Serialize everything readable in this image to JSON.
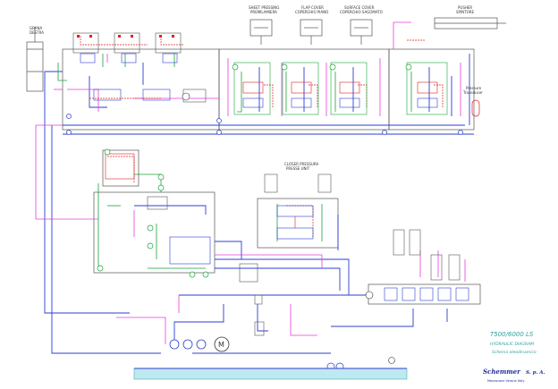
{
  "labels": {
    "cylinder_left": [
      "GRANA",
      "DESTRA"
    ],
    "sheet_pressing": [
      "SHEET PRESSING",
      "PREMILAMIERA"
    ],
    "flap_cover": [
      "FLAP COVER",
      "COPERCHIO PIANO"
    ],
    "surface_cover": [
      "SURFACE COVER",
      "COPERCHIO SAGOMATO"
    ],
    "pusher": [
      "PUSHER",
      "SPINTORE"
    ],
    "closure_press": [
      "CLOSER PRESSURA",
      "PRESSE UNIT"
    ],
    "pressure_transducer": [
      "Pressure",
      "Transducer"
    ],
    "motor_symbol": "M"
  },
  "title_block": {
    "model": "T500/6000 LS",
    "diagram_en": "HYDRAULIC DIAGRAM",
    "diagram_it": "Schema oleodinamico",
    "brand": "Schemmer",
    "company_suffix": "S. p. A.",
    "address": "Mezzocane   Verona   Italy"
  },
  "colors": {
    "blue": "#2b3fd1",
    "magenta": "#e83cdc",
    "green": "#19a33a",
    "red": "#e02020",
    "gray": "#6a6a6a",
    "teal": "#2aa39a",
    "tank": "#bfe9f0"
  }
}
